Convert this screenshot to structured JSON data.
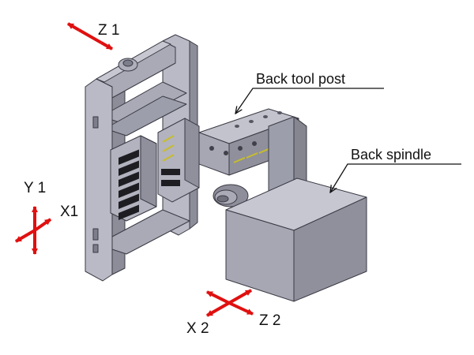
{
  "labels": {
    "back_tool_post": "Back tool post",
    "back_spindle": "Back spindle"
  },
  "axes": {
    "z1": "Z 1",
    "y1": "Y 1",
    "x1": "X1",
    "x2": "X 2",
    "z2": "Z 2"
  },
  "colors": {
    "arrow": "#e01010",
    "metal_light": "#b9bac6",
    "metal_mid": "#9d9eab",
    "metal_dark": "#7d7e8b",
    "tool_insert": "#1e1e22",
    "tool_tip": "#c8bd2a",
    "leader_line": "#111111"
  }
}
